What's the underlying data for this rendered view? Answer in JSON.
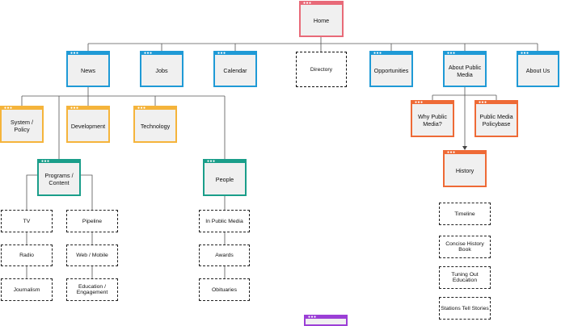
{
  "colors": {
    "home": "#e86a78",
    "section": "#1f9ad6",
    "news_child": "#f5b43b",
    "content_group": "#1a9e8a",
    "about_child": "#ee6a36",
    "bottom_partial": "#9b3fd6",
    "connector": "#555555"
  },
  "root": {
    "label": "Home"
  },
  "sections": {
    "news": "News",
    "jobs": "Jobs",
    "calendar": "Calendar",
    "directory": "Directory",
    "opportunities": "Opportunities",
    "about": "About Public Media",
    "about_us": "About Us"
  },
  "news_children": {
    "system_policy": "System / Policy",
    "development": "Development",
    "technology": "Technology"
  },
  "content_groups": {
    "programs": "Programs / Content",
    "people": "People"
  },
  "programs_children": {
    "tv": "TV",
    "radio": "Radio",
    "journalism": "Journalism",
    "pipeline": "Pipeline",
    "web_mobile": "Web / Mobile",
    "education": "Education / Engagement"
  },
  "people_children": {
    "in_public_media": "In Public Media",
    "awards": "Awards",
    "obituaries": "Obituaries"
  },
  "about_children": {
    "why": "Why Public Media?",
    "policybase": "Public Media Policybase",
    "history": "History"
  },
  "history_children": {
    "timeline": "Timeline",
    "concise": "Concise History Book",
    "tuning_out": "Tuning Out Education",
    "stations": "Stations Tell Stories"
  }
}
